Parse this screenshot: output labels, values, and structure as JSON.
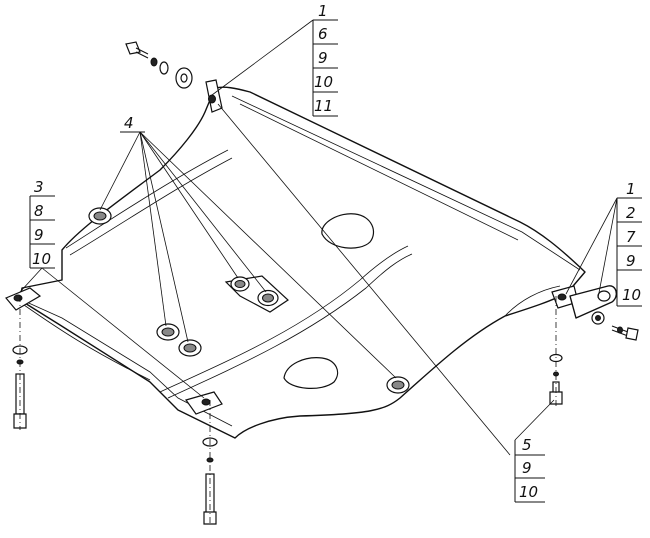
{
  "callouts": {
    "top_right_stack": [
      "1",
      "6",
      "9",
      "10",
      "11"
    ],
    "middle_top": [
      "4"
    ],
    "left_stack": [
      "3",
      "8",
      "9",
      "10"
    ],
    "right_stack": [
      "1",
      "2",
      "7",
      "9",
      "10"
    ],
    "bottom_stack": [
      "5",
      "9",
      "10"
    ]
  },
  "colors": {
    "line": "#111111",
    "background": "#ffffff"
  }
}
